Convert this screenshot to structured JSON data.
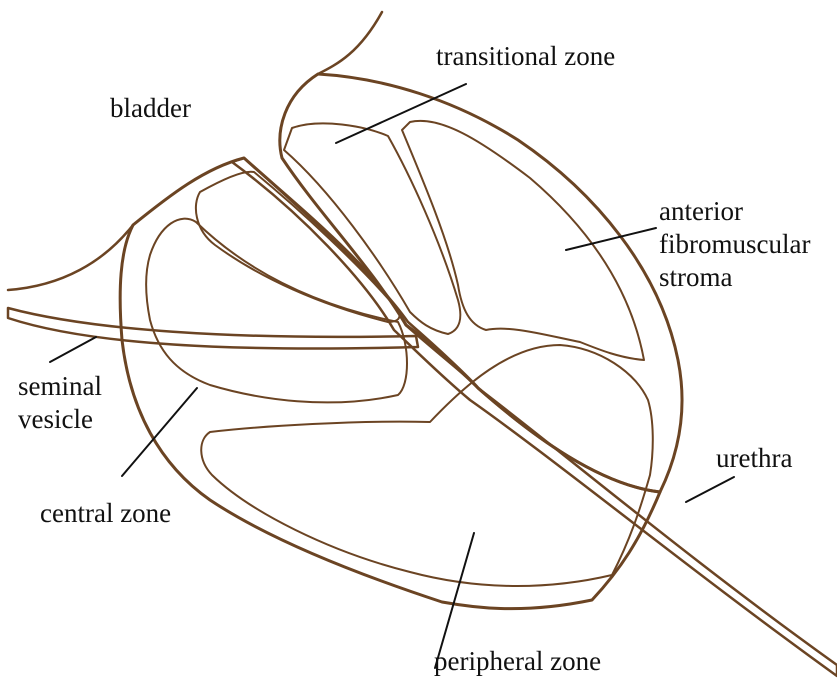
{
  "labels": {
    "bladder": "bladder",
    "transitional_zone": "transitional zone",
    "anterior_stroma": [
      "anterior",
      "fibromuscular",
      "stroma"
    ],
    "seminal_vesicle": [
      "seminal",
      "vesicle"
    ],
    "central_zone": "central zone",
    "urethra": "urethra",
    "peripheral_zone": "peripheral zone"
  },
  "colors": {
    "outline": "#6b4423",
    "capsule_fill": "#fdf1e8",
    "zone_fill": "#ebe4da",
    "leader": "#111111",
    "background": "#ffffff"
  }
}
